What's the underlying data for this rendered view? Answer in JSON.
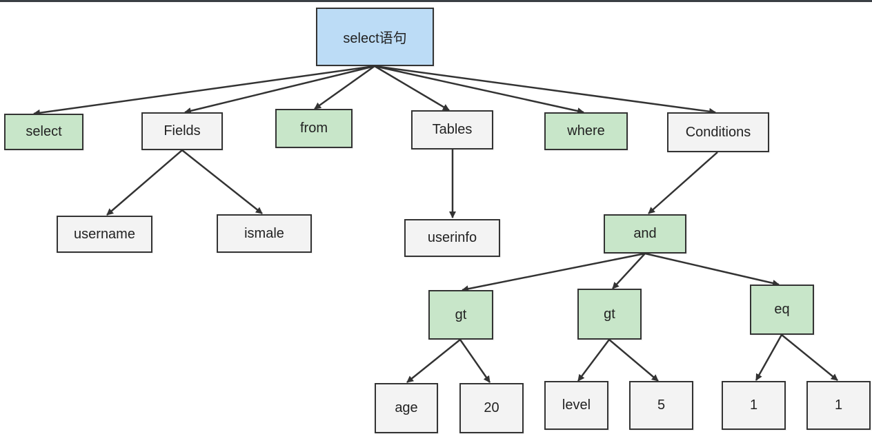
{
  "colors": {
    "root_fill": "#bcdcf6",
    "keyword_fill": "#c8e6c9",
    "value_fill": "#f3f3f3",
    "border": "#333333"
  },
  "tree": {
    "root": "select语句",
    "select": "select",
    "fields": "Fields",
    "from": "from",
    "tables": "Tables",
    "where": "where",
    "conditions": "Conditions",
    "username": "username",
    "ismale": "ismale",
    "userinfo": "userinfo",
    "and": "and",
    "gt1": "gt",
    "gt2": "gt",
    "eq": "eq",
    "age": "age",
    "val20": "20",
    "level": "level",
    "val5": "5",
    "eq_left": "1",
    "eq_right": "1"
  }
}
